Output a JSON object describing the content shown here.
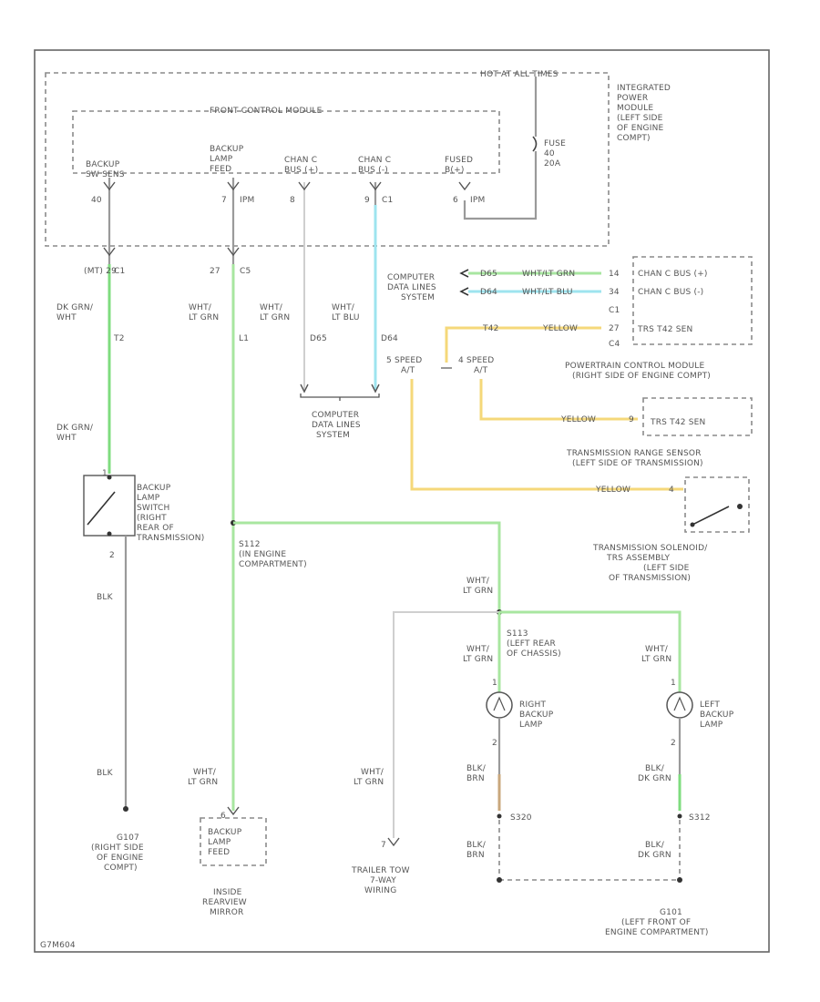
{
  "frame_code": "G7M604",
  "ipm": {
    "hot_at_all_times": "HOT AT ALL TIMES",
    "integrated_label": [
      "INTEGRATED",
      "POWER",
      "MODULE",
      "(LEFT SIDE",
      "OF ENGINE",
      "COMPT)"
    ],
    "fuse": [
      "FUSE",
      "40",
      "20A"
    ],
    "front_control_module": "FRONT CONTROL MODULE",
    "pins": [
      {
        "label": [
          "BACKUP",
          "SW SENS"
        ],
        "pin": "40",
        "conn": ""
      },
      {
        "label": [
          "BACKUP",
          "LAMP",
          "FEED"
        ],
        "pin": "7",
        "conn": "IPM"
      },
      {
        "label": [
          "CHAN C",
          "BUS (+)"
        ],
        "pin": "8",
        "conn": ""
      },
      {
        "label": [
          "CHAN C",
          "BUS (-)"
        ],
        "pin": "9",
        "conn": "C1"
      },
      {
        "label": [
          "FUSED",
          "B(+)"
        ],
        "pin": "6",
        "conn": "IPM"
      }
    ]
  },
  "wires": {
    "backup_sw_top": [
      "(MT) 29",
      "C1"
    ],
    "backup_sw_color_top": [
      "DK GRN/",
      "WHT"
    ],
    "backup_sw_circuit": "T2",
    "backup_sw_color_bottom": [
      "DK GRN/",
      "WHT"
    ],
    "feed_conn": [
      "27",
      "C5"
    ],
    "feed_color_top": [
      "WHT/",
      "LT GRN"
    ],
    "feed_circuit": "L1",
    "bus_plus_color": [
      "WHT/",
      "LT GRN"
    ],
    "bus_plus_circuit": "D65",
    "bus_minus_color": [
      "WHT/",
      "LT BLU"
    ],
    "bus_minus_circuit": "D64",
    "computer_lines_left": [
      "COMPUTER",
      "DATA LINES",
      "SYSTEM"
    ],
    "computer_lines_bottom": [
      "COMPUTER",
      "DATA LINES",
      "SYSTEM"
    ],
    "d65_label": "D65",
    "d65_color": "WHT/LT GRN",
    "d65_pin": "14",
    "d64_label": "D64",
    "d64_color": "WHT/LT BLU",
    "d64_pin": "34",
    "t42_label": "T42",
    "t42_color": "YELLOW",
    "t42_pin": "27",
    "five_speed": [
      "5 SPEED",
      "A/T"
    ],
    "four_speed": [
      "4 SPEED",
      "A/T"
    ],
    "yellow_mid": "YELLOW",
    "yellow_mid_pin": "9",
    "yellow_low": "YELLOW",
    "yellow_low_pin": "4"
  },
  "pcm": {
    "lines": [
      "CHAN C BUS (+)",
      "CHAN C BUS (-)",
      "C1",
      "TRS T42 SEN",
      "C4"
    ],
    "label": [
      "POWERTRAIN CONTROL MODULE",
      "(RIGHT SIDE OF ENGINE COMPT)"
    ]
  },
  "trs": {
    "box": "TRS T42 SEN",
    "label": [
      "TRANSMISSION RANGE SENSOR",
      "(LEFT SIDE OF TRANSMISSION)"
    ]
  },
  "solenoid": {
    "label": [
      "TRANSMISSION SOLENOID/",
      "TRS ASSEMBLY",
      "(LEFT SIDE",
      "OF TRANSMISSION)"
    ]
  },
  "backup_switch": {
    "label": [
      "BACKUP",
      "LAMP",
      "SWITCH",
      "(RIGHT",
      "REAR OF",
      "TRANSMISSION)"
    ],
    "pin_top": "1",
    "pin_bottom": "2",
    "blk_top": "BLK",
    "blk_bottom": "BLK",
    "ground": [
      "G107",
      "(RIGHT SIDE",
      "OF ENGINE",
      "COMPT)"
    ]
  },
  "splices": {
    "s112": [
      "S112",
      "(IN ENGINE",
      "COMPARTMENT)"
    ],
    "s113_color": [
      "WHT/",
      "LT GRN"
    ],
    "s113": [
      "S113",
      "(LEFT REAR",
      "OF CHASSIS)"
    ],
    "s320": "S320",
    "s312": "S312"
  },
  "lamps": {
    "right": {
      "label": [
        "RIGHT",
        "BACKUP",
        "LAMP"
      ],
      "pin_top": "1",
      "pin_bottom": "2",
      "color_top": [
        "WHT/",
        "LT GRN"
      ],
      "color_mid": [
        "BLK/",
        "BRN"
      ],
      "color_low": [
        "BLK/",
        "BRN"
      ]
    },
    "left": {
      "label": [
        "LEFT",
        "BACKUP",
        "LAMP"
      ],
      "pin_top": "1",
      "pin_bottom": "2",
      "color_top": [
        "WHT/",
        "LT GRN"
      ],
      "color_mid": [
        "BLK/",
        "DK GRN"
      ],
      "color_low": [
        "BLK/",
        "DK GRN"
      ]
    }
  },
  "mirror": {
    "pin": "6",
    "color": [
      "WHT/",
      "LT GRN"
    ],
    "box": [
      "BACKUP",
      "LAMP",
      "FEED"
    ],
    "label": [
      "INSIDE",
      "REARVIEW",
      "MIRROR"
    ]
  },
  "trailer": {
    "pin": "7",
    "color": [
      "WHT/",
      "LT GRN"
    ],
    "label": [
      "TRAILER TOW",
      "7-WAY",
      "WIRING"
    ]
  },
  "ground_bottom": [
    "G101",
    "(LEFT FRONT OF",
    "ENGINE COMPARTMENT)"
  ],
  "colors": {
    "green": "#a8e6a0",
    "blue": "#9ee4ef",
    "yellow": "#f5d87a",
    "tan": "#c9a77c"
  }
}
